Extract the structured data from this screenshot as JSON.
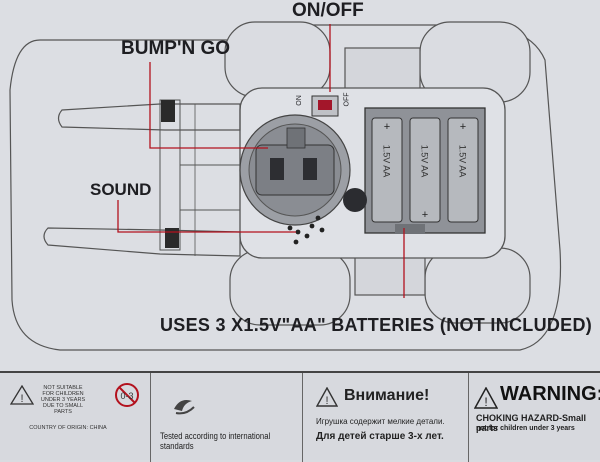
{
  "diagram": {
    "label_on_off": "ON/OFF",
    "label_bump": "BUMP'N GO",
    "label_sound": "SOUND",
    "label_batteries": "USES 3 X1.5V\"AA\" BATTERIES (NOT INCLUDED)",
    "switch_on": "ON",
    "switch_off": "OFF",
    "cell_label": "1.5V AA"
  },
  "footer": {
    "choking": {
      "not_suitable": "NOT SUITABLE FOR CHILDREN UNDER 3 YEARS DUE TO SMALL PARTS",
      "country": "COUNTRY OF ORIGIN: CHINA"
    },
    "standards": {
      "tested": "Tested according to international standards"
    },
    "russian": {
      "title": "Внимание!",
      "line1": "Игрушка содержит мелкие детали.",
      "line2": "Для детей старше 3-х лет."
    },
    "warning": {
      "title": "WARNING:",
      "line1": "CHOKING HAZARD-Small parts",
      "line2": "not for children under 3 years"
    }
  }
}
